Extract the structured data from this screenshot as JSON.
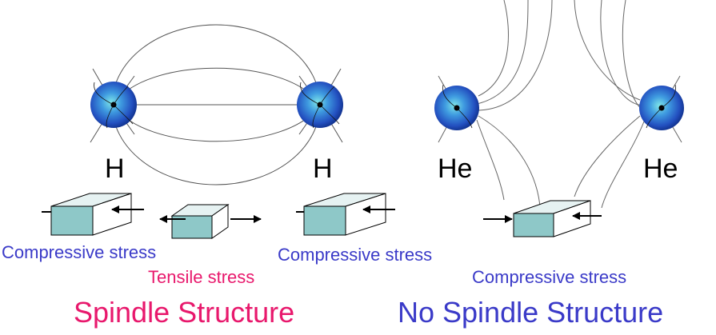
{
  "left_panel": {
    "atom_left_label": "H",
    "atom_right_label": "H",
    "stress_left_label": "Compressive stress",
    "stress_center_label": "Tensile stress",
    "stress_right_label": "Compressive stress",
    "title": "Spindle Structure"
  },
  "right_panel": {
    "atom_left_label": "He",
    "atom_right_label": "He",
    "stress_label": "Compressive stress",
    "title": "No Spindle Structure"
  },
  "colors": {
    "blue_text": "#3a3ac8",
    "pink_text": "#e8186c",
    "box_face": "#8ec8c8",
    "box_top": "#c8e6e6",
    "atom_core": "#2a5ec8",
    "line": "#555555"
  }
}
